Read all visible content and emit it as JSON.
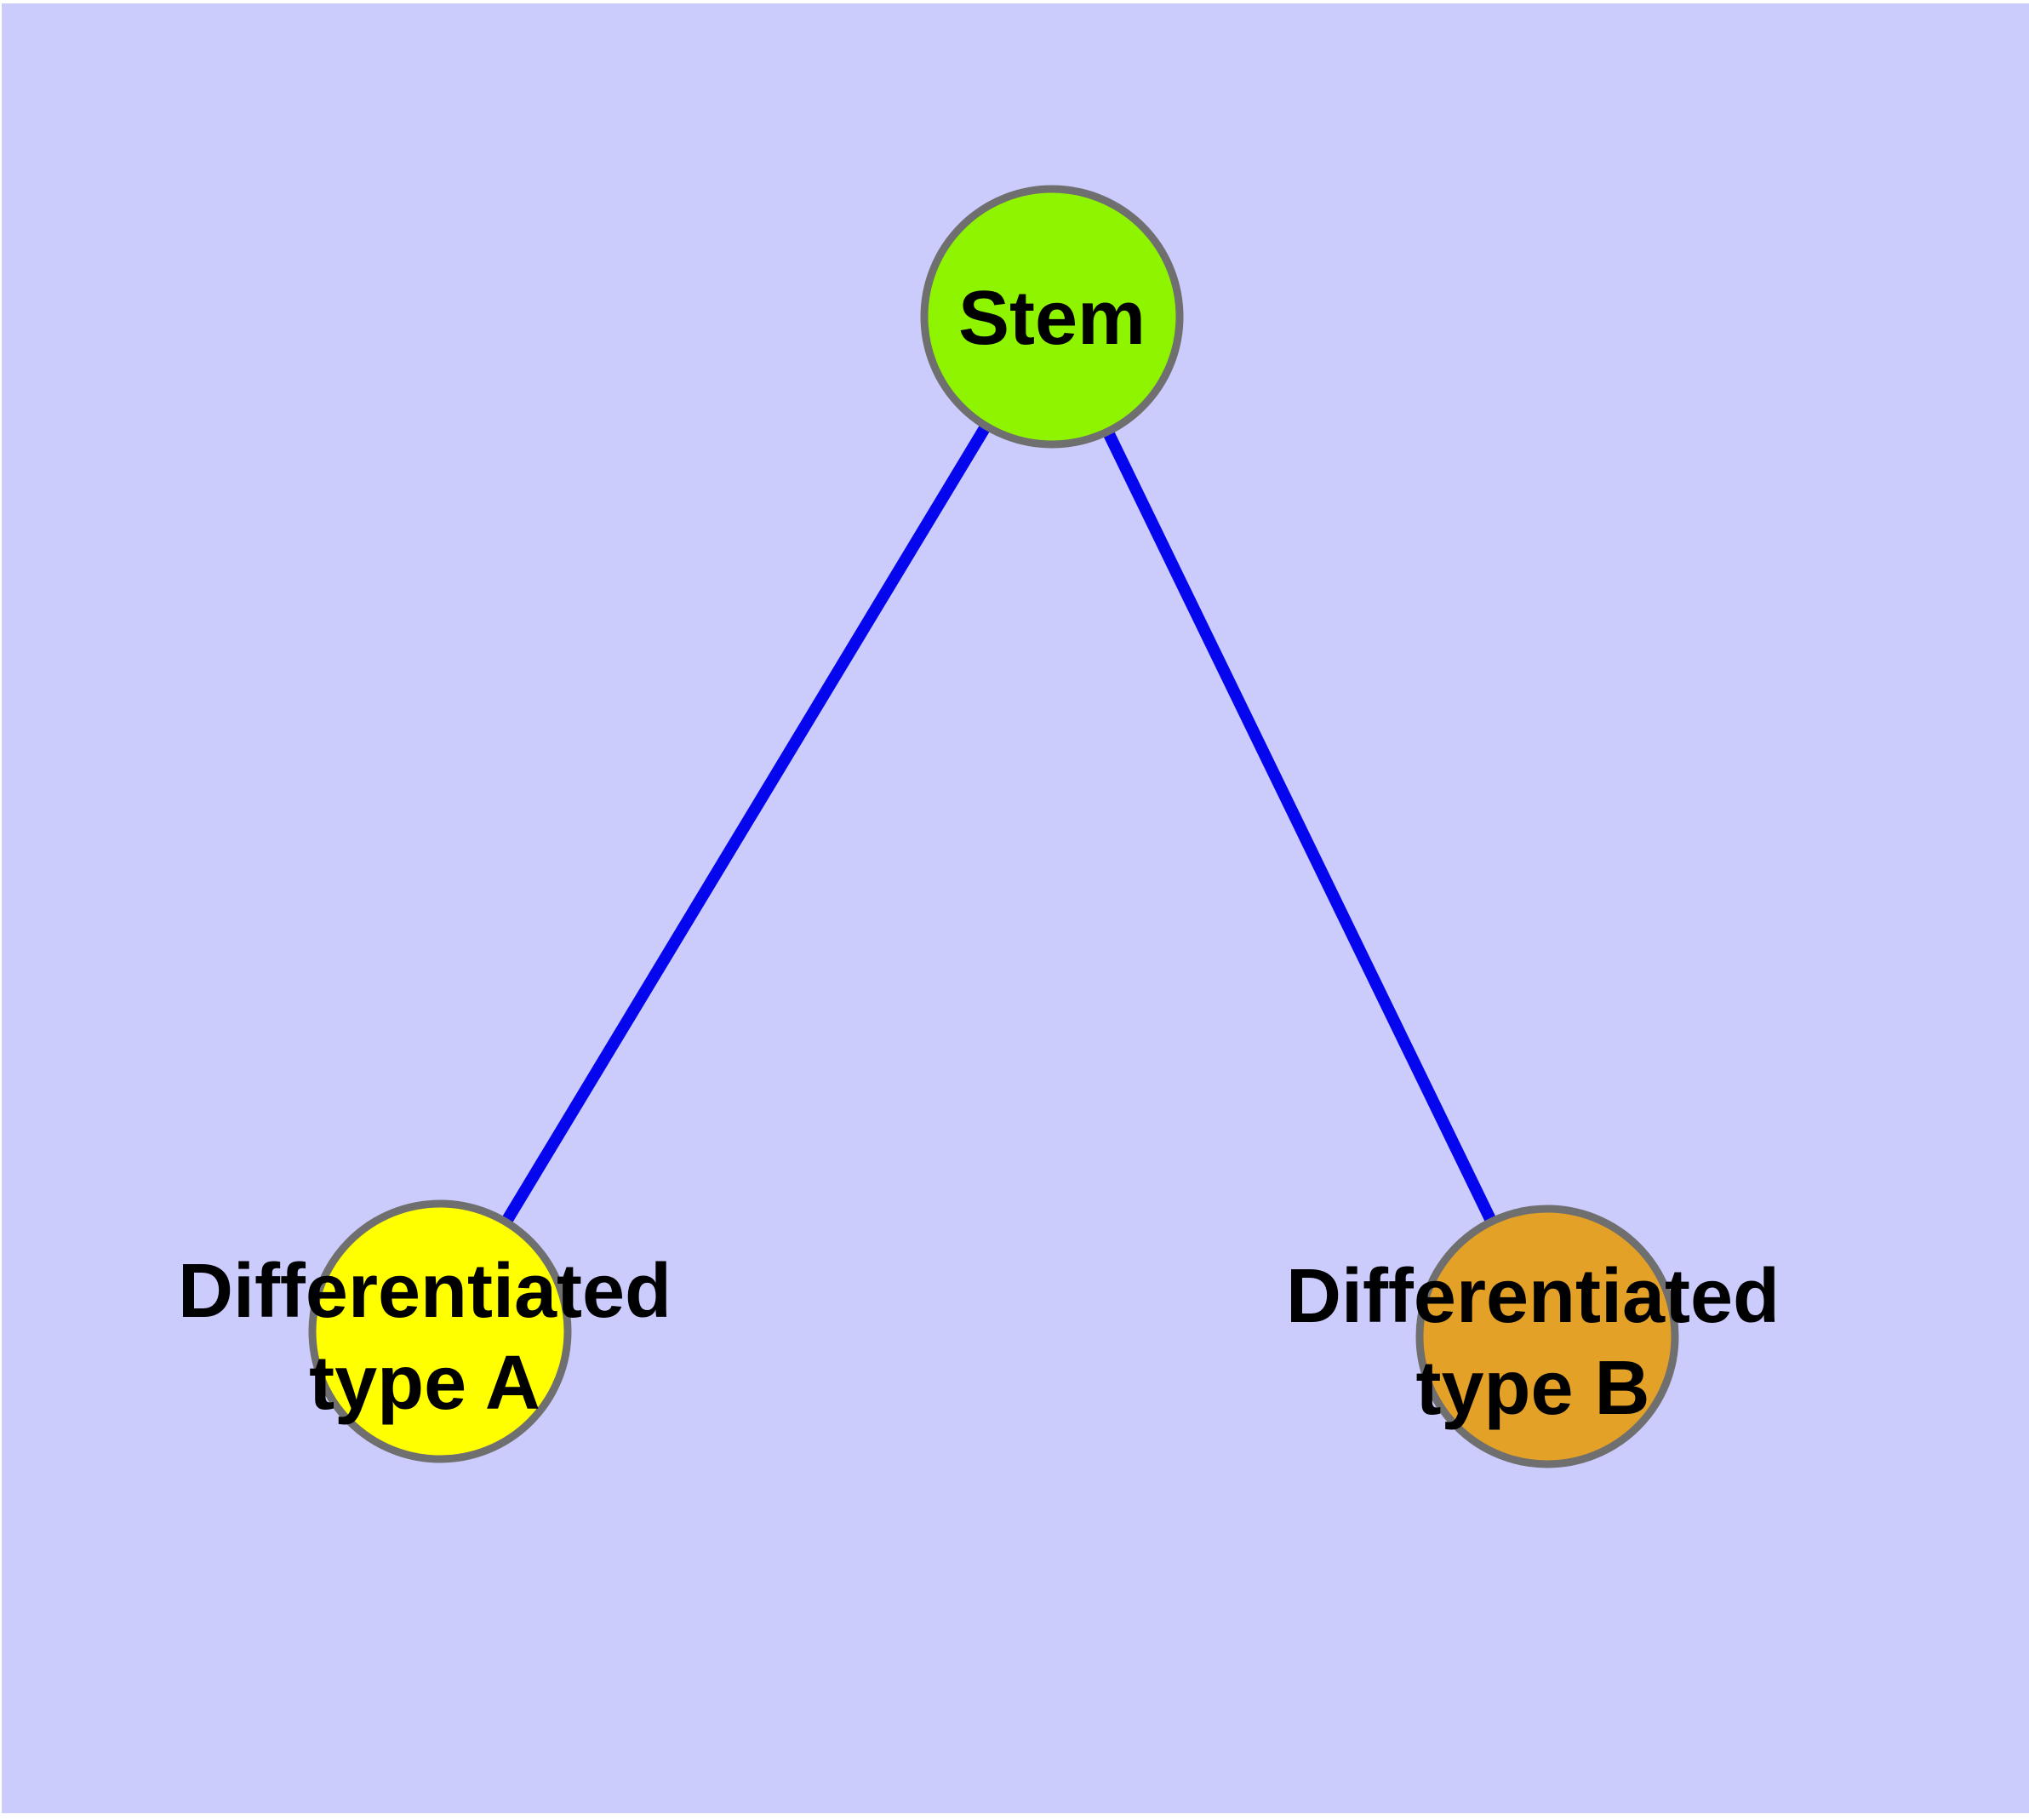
{
  "canvas": {
    "page_background_color": "#ffffff",
    "background_color": "#cbcbfc"
  },
  "graph": {
    "edge_color": "#0606ee",
    "node_border_color": "#6f6f6f",
    "label_text_color": "#000000",
    "nodes": [
      {
        "id": "stem",
        "label": "Stem",
        "fill_color": "#8ff400"
      },
      {
        "id": "differentiated-type-a",
        "label_line1": "Differentiated",
        "label_line2": "type A",
        "fill_color": "#ffff00"
      },
      {
        "id": "differentiated-type-b",
        "label_line1": "Differentiated",
        "label_line2": "type B",
        "fill_color": "#e3a127"
      }
    ],
    "edges": [
      {
        "from": "stem",
        "to": "differentiated-type-a"
      },
      {
        "from": "stem",
        "to": "differentiated-type-b"
      }
    ]
  }
}
